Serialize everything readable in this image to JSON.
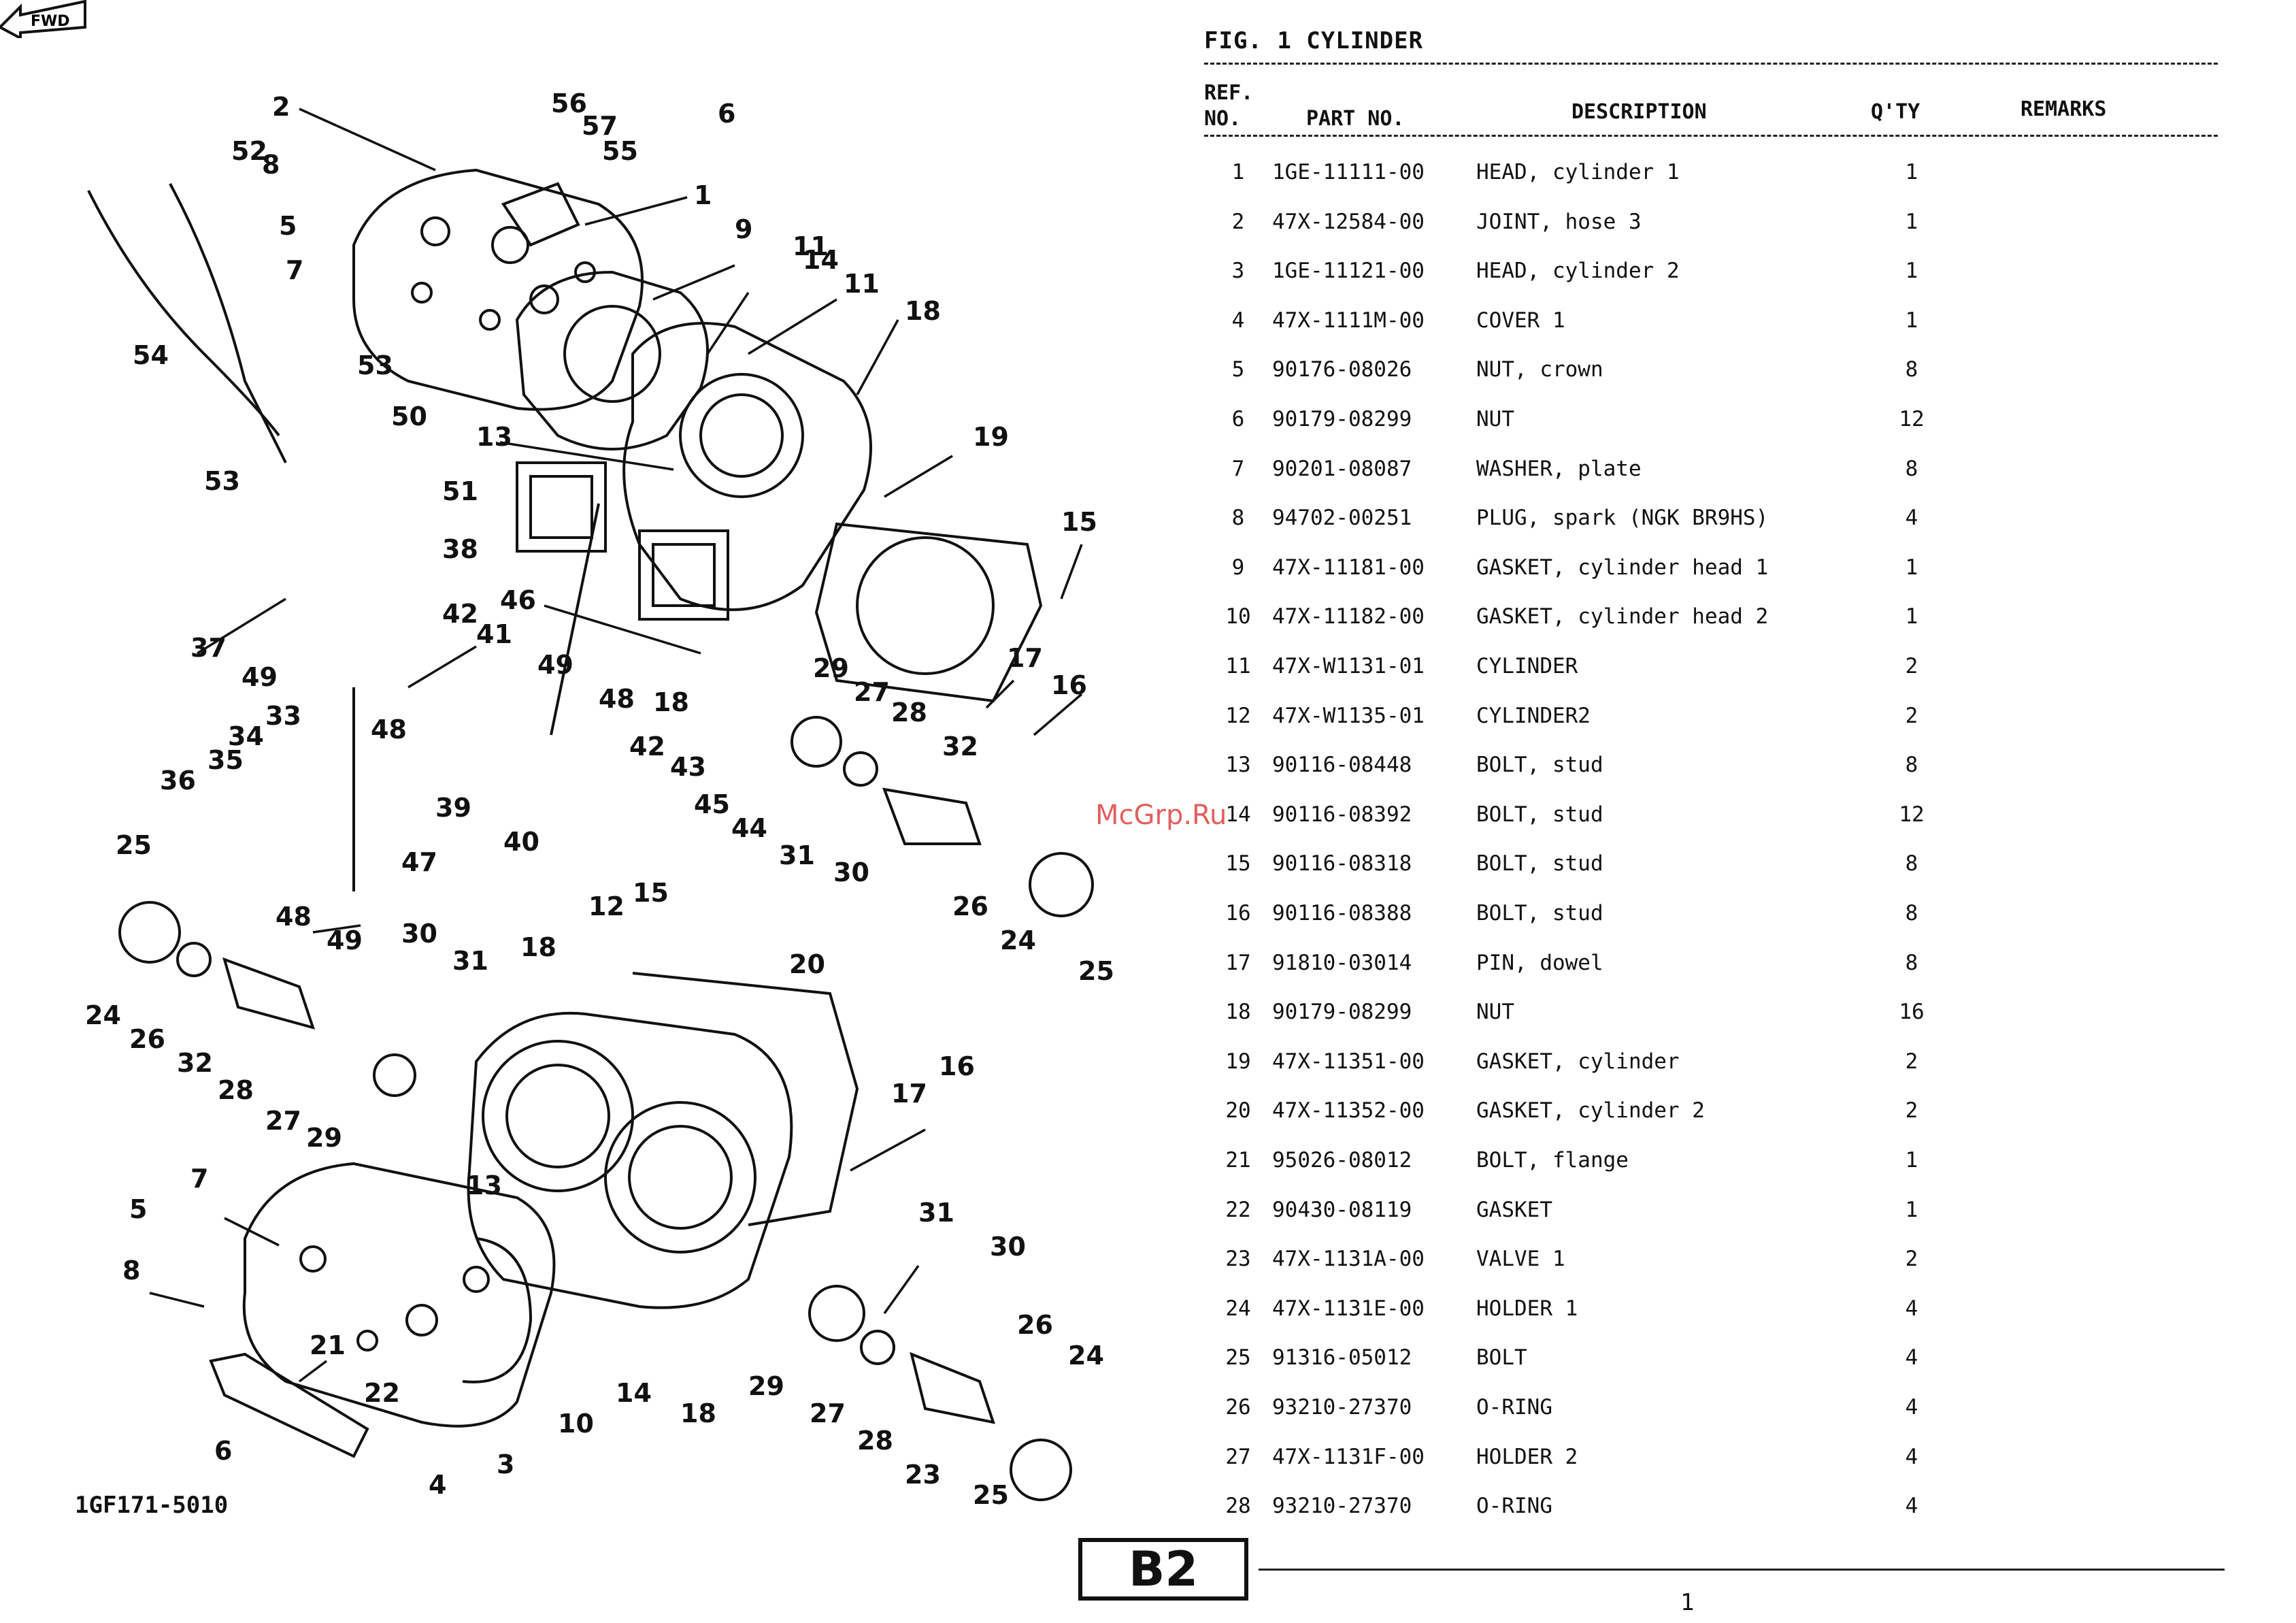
{
  "figure": {
    "title": "FIG.  1  CYLINDER",
    "code": "1GF171-5010",
    "fwd_label": "FWD"
  },
  "columns": {
    "ref": "REF.\nNO.",
    "ref_line1": "REF.",
    "ref_line2": "NO.",
    "part_no": "PART NO.",
    "description": "DESCRIPTION",
    "qty": "Q'TY",
    "remarks": "REMARKS"
  },
  "parts": [
    {
      "ref": "1",
      "part_no": "1GE-11111-00",
      "desc": "HEAD, cylinder 1",
      "qty": "1"
    },
    {
      "ref": "2",
      "part_no": "47X-12584-00",
      "desc": "JOINT, hose 3",
      "qty": "1"
    },
    {
      "ref": "3",
      "part_no": "1GE-11121-00",
      "desc": "HEAD, cylinder 2",
      "qty": "1"
    },
    {
      "ref": "4",
      "part_no": "47X-1111M-00",
      "desc": "COVER 1",
      "qty": "1"
    },
    {
      "ref": "5",
      "part_no": "90176-08026",
      "desc": "NUT, crown",
      "qty": "8"
    },
    {
      "ref": "6",
      "part_no": "90179-08299",
      "desc": "NUT",
      "qty": "12"
    },
    {
      "ref": "7",
      "part_no": "90201-08087",
      "desc": "WASHER, plate",
      "qty": "8"
    },
    {
      "ref": "8",
      "part_no": "94702-00251",
      "desc": "PLUG, spark (NGK BR9HS)",
      "qty": "4"
    },
    {
      "ref": "9",
      "part_no": "47X-11181-00",
      "desc": "GASKET, cylinder head 1",
      "qty": "1"
    },
    {
      "ref": "10",
      "part_no": "47X-11182-00",
      "desc": "GASKET, cylinder head 2",
      "qty": "1"
    },
    {
      "ref": "11",
      "part_no": "47X-W1131-01",
      "desc": "CYLINDER",
      "qty": "2"
    },
    {
      "ref": "12",
      "part_no": "47X-W1135-01",
      "desc": "CYLINDER2",
      "qty": "2"
    },
    {
      "ref": "13",
      "part_no": "90116-08448",
      "desc": "BOLT, stud",
      "qty": "8"
    },
    {
      "ref": "14",
      "part_no": "90116-08392",
      "desc": "BOLT, stud",
      "qty": "12"
    },
    {
      "ref": "15",
      "part_no": "90116-08318",
      "desc": "BOLT, stud",
      "qty": "8"
    },
    {
      "ref": "16",
      "part_no": "90116-08388",
      "desc": "BOLT, stud",
      "qty": "8"
    },
    {
      "ref": "17",
      "part_no": "91810-03014",
      "desc": "PIN, dowel",
      "qty": "8"
    },
    {
      "ref": "18",
      "part_no": "90179-08299",
      "desc": "NUT",
      "qty": "16"
    },
    {
      "ref": "19",
      "part_no": "47X-11351-00",
      "desc": "GASKET, cylinder",
      "qty": "2"
    },
    {
      "ref": "20",
      "part_no": "47X-11352-00",
      "desc": "GASKET, cylinder 2",
      "qty": "2"
    },
    {
      "ref": "21",
      "part_no": "95026-08012",
      "desc": "BOLT, flange",
      "qty": "1"
    },
    {
      "ref": "22",
      "part_no": "90430-08119",
      "desc": "GASKET",
      "qty": "1"
    },
    {
      "ref": "23",
      "part_no": "47X-1131A-00",
      "desc": "VALVE 1",
      "qty": "2"
    },
    {
      "ref": "24",
      "part_no": "47X-1131E-00",
      "desc": "HOLDER 1",
      "qty": "4"
    },
    {
      "ref": "25",
      "part_no": "91316-05012",
      "desc": "BOLT",
      "qty": "4"
    },
    {
      "ref": "26",
      "part_no": "93210-27370",
      "desc": "O-RING",
      "qty": "4"
    },
    {
      "ref": "27",
      "part_no": "47X-1131F-00",
      "desc": "HOLDER 2",
      "qty": "4"
    },
    {
      "ref": "28",
      "part_no": "93210-27370",
      "desc": "O-RING",
      "qty": "4"
    }
  ],
  "callouts": [
    "2",
    "56",
    "57",
    "55",
    "6",
    "52",
    "8",
    "5",
    "7",
    "1",
    "9",
    "11",
    "14",
    "11",
    "18",
    "54",
    "53",
    "50",
    "53",
    "13",
    "19",
    "51",
    "38",
    "15",
    "37",
    "42",
    "46",
    "41",
    "49",
    "17",
    "16",
    "49",
    "48",
    "18",
    "29",
    "27",
    "28",
    "33",
    "34",
    "39",
    "48",
    "35",
    "42",
    "43",
    "32",
    "36",
    "45",
    "40",
    "44",
    "31",
    "30",
    "25",
    "47",
    "48",
    "49",
    "26",
    "24",
    "25",
    "15",
    "12",
    "30",
    "31",
    "18",
    "20",
    "24",
    "26",
    "32",
    "28",
    "27",
    "29",
    "16",
    "17",
    "13",
    "7",
    "5",
    "31",
    "30",
    "8",
    "21",
    "22",
    "14",
    "18",
    "29",
    "27",
    "26",
    "24",
    "10",
    "6",
    "3",
    "4",
    "28",
    "23",
    "25"
  ],
  "watermark": "McGrp.Ru",
  "section": "B2",
  "page_number": "1"
}
